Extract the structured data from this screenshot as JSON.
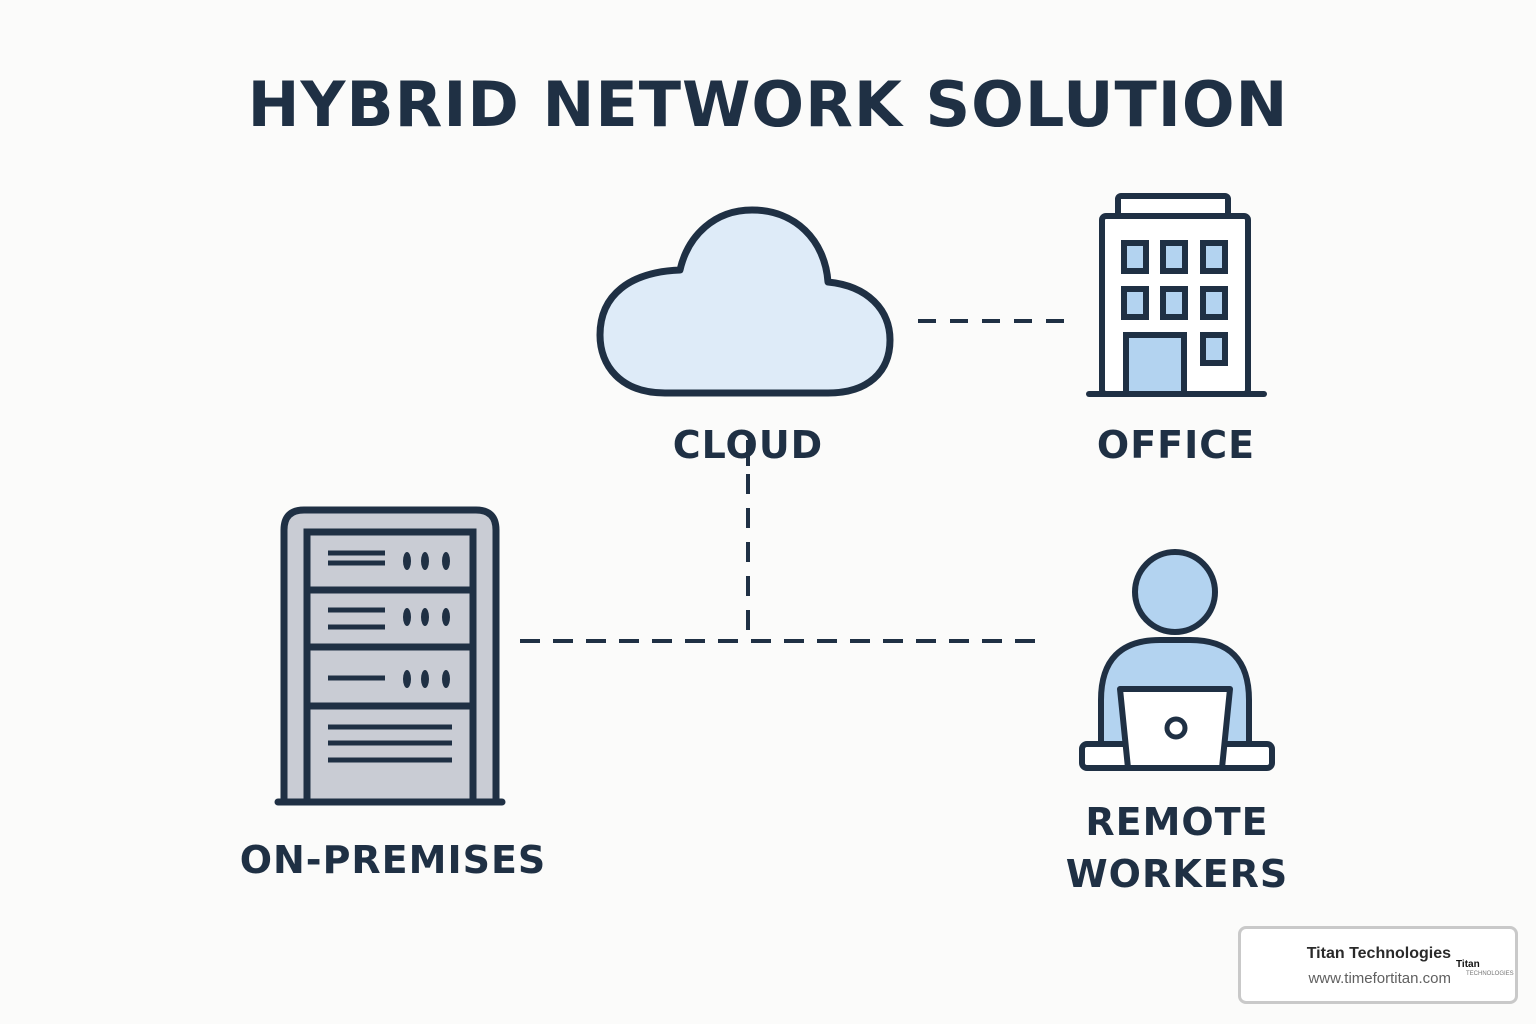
{
  "title": "HYBRID NETWORK SOLUTION",
  "colors": {
    "ink": "#1f3044",
    "cloud_fill": "#deebf8",
    "accent_fill": "#b3d3f0",
    "rack_fill": "#c9ccd4",
    "background": "#fbfbfa"
  },
  "nodes": {
    "cloud": {
      "label": "CLOUD",
      "icon": "cloud-icon"
    },
    "office": {
      "label": "OFFICE",
      "icon": "office-building-icon"
    },
    "on_premises": {
      "label": "ON-PREMISES",
      "icon": "server-rack-icon"
    },
    "remote_workers": {
      "label_line1": "REMOTE",
      "label_line2": "WORKERS",
      "icon": "remote-worker-laptop-icon"
    }
  },
  "connections": [
    {
      "from": "cloud",
      "to": "office",
      "style": "dashed"
    },
    {
      "from": "cloud",
      "to": "junction",
      "style": "dashed"
    },
    {
      "from": "on_premises",
      "to": "remote_workers",
      "style": "dashed"
    }
  ],
  "watermark": {
    "company": "Titan Technologies",
    "url": "www.timefortitan.com",
    "logo_main": "Titan",
    "logo_sub": "TECHNOLOGIES"
  }
}
